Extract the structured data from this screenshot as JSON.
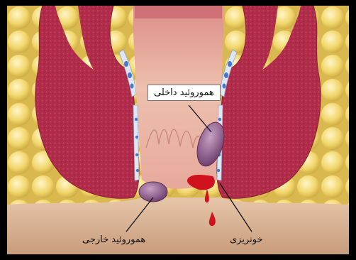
{
  "labels": {
    "internal": "هموروئید داخلی",
    "external": "هموروئید خارجی",
    "bleeding": "خونریزی"
  },
  "colors": {
    "fat": "#f3d96a",
    "muscle": "#b02c4a",
    "canal": "#e9b9a8",
    "skin": "#d9b59a",
    "blood": "#d0121f",
    "vein": "#8a5a86"
  }
}
